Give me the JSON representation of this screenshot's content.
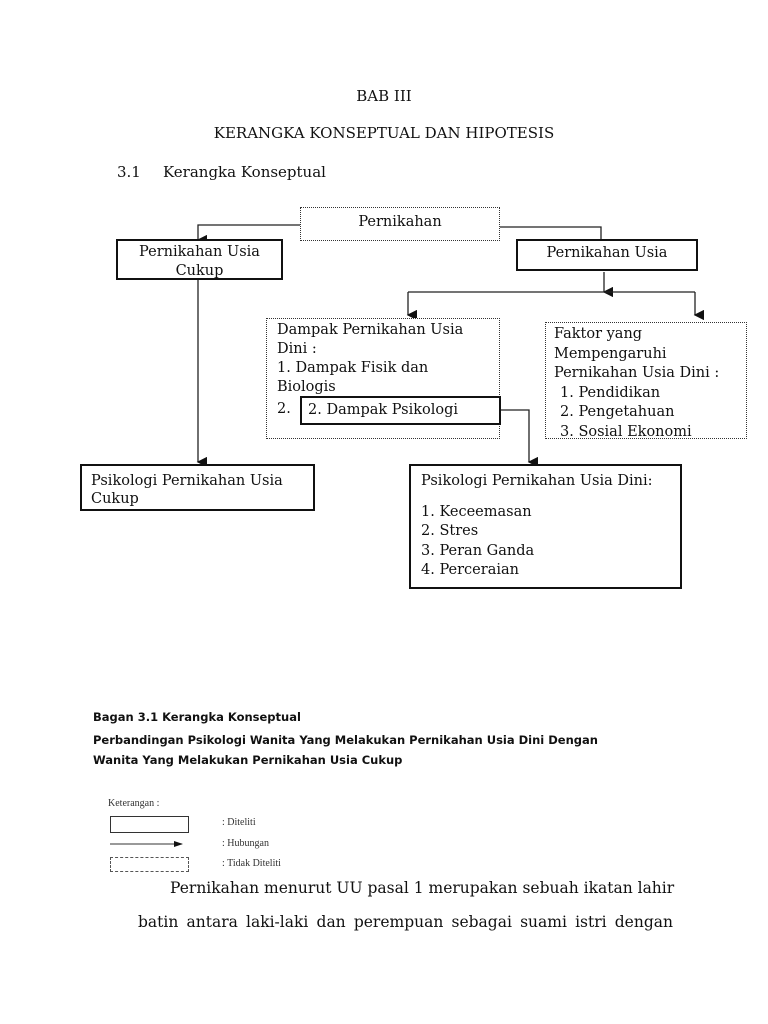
{
  "heading": {
    "chapter": "BAB III",
    "title": "KERANGKA KONSEPTUAL DAN HIPOTESIS",
    "section_number": "3.1",
    "section_title": "Kerangka Konseptual"
  },
  "diagram": {
    "root": "Pernikahan",
    "cukup": "Pernikahan Usia Cukup",
    "dini": "Pernikahan Usia",
    "dampak": {
      "title": "Dampak Pernikahan Usia Dini :",
      "items": [
        "1. Dampak Fisik dan Biologis",
        "2."
      ]
    },
    "dampak_psikologi": "2.  Dampak Psikologi",
    "faktor": {
      "title": "Faktor yang Mempengaruhi Pernikahan Usia Dini :",
      "items": [
        "1. Pendidikan",
        "2. Pengetahuan",
        "3. Sosial Ekonomi"
      ]
    },
    "psikologi_cukup": "Psikologi Pernikahan Usia Cukup",
    "psikologi_dini": {
      "title": "Psikologi Pernikahan Usia Dini:",
      "items": [
        "1. Keceemasan",
        "2. Stres",
        "3. Peran Ganda",
        "4. Perceraian"
      ]
    }
  },
  "caption": {
    "line1": "Bagan 3.1  Kerangka Konseptual",
    "line2": "Perbandingan Psikologi Wanita Yang Melakukan Pernikahan Usia Dini Dengan",
    "line3": "Wanita Yang Melakukan Pernikahan Usia Cukup"
  },
  "legend": {
    "title": "Keterangan :",
    "solid": ": Diteliti",
    "arrow": ": Hubungan",
    "dotted": ": Tidak Diteliti"
  },
  "paragraph": {
    "line1": "Pernikahan menurut UU pasal 1 merupakan sebuah ikatan lahir",
    "line2": "batin antara laki-laki dan perempuan sebagai suami istri dengan"
  }
}
